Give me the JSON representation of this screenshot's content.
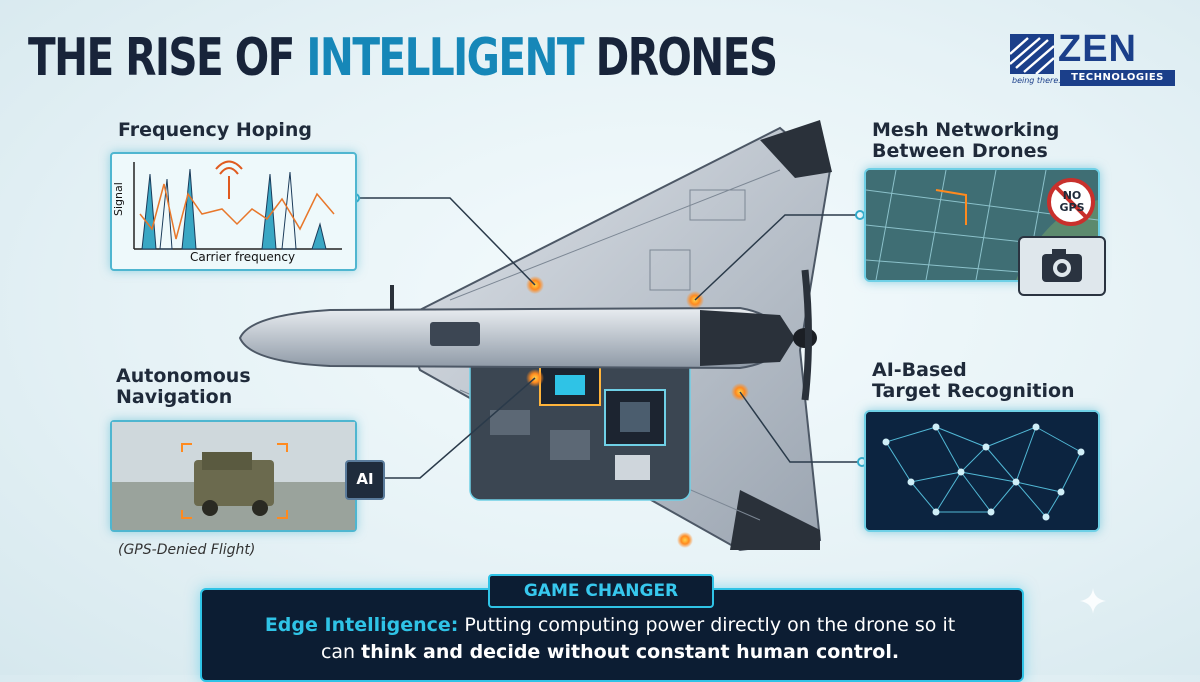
{
  "title": {
    "part1": "THE RISE OF ",
    "accent": "INTELLIGENT",
    "part2": " DRONES"
  },
  "logo": {
    "name": "ZEN",
    "sub": "TECHNOLOGIES",
    "tagline": "being there..."
  },
  "features": {
    "frequency_hopping": {
      "title": "Frequency Hoping",
      "ylabel": "Signal",
      "xlabel": "Carrier frequency"
    },
    "mesh_networking": {
      "line1": "Mesh Networking",
      "line2": "Between Drones",
      "badge": "NO GPS"
    },
    "autonomous_navigation": {
      "line1": "Autonomous",
      "line2": "Navigation",
      "chip": "AI",
      "note": "(GPS-Denied Flight)"
    },
    "ai_target_recognition": {
      "line1": "AI-Based",
      "line2": "Target Recognition"
    }
  },
  "banner": {
    "tag": "GAME CHANGER",
    "highlight": "Edge Intelligence:",
    "text1": " Putting computing power directly on the drone so it",
    "text2_pre": "can ",
    "text2_bold": "think and decide without constant human control."
  },
  "colors": {
    "accent": "#1687b8",
    "title": "#18243a",
    "panel_border": "#4fb6d0",
    "banner_bg": "#0c1d33",
    "banner_accent": "#2fc3e6",
    "glow_orange": "#ff8a1f"
  }
}
